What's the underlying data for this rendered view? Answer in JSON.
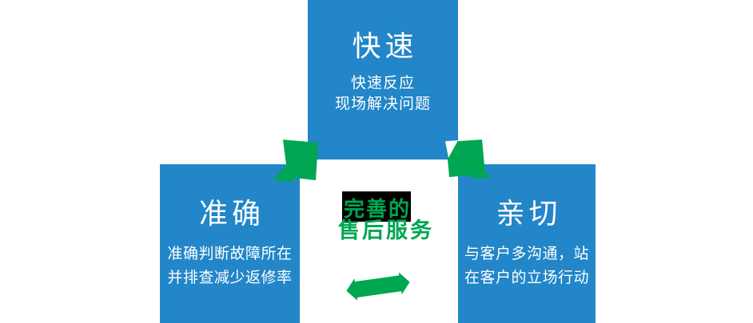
{
  "diagram": {
    "title_hidden": "",
    "colors": {
      "box_blue": "#2286C8",
      "arrow_green": "#00A651",
      "box_text": "#FFFFFF",
      "center_text_green": "#00A651",
      "center_highlight_bg": "#000000",
      "background": "#FFFFFF"
    },
    "boxes": {
      "top": {
        "title": "快速",
        "lines": [
          "快速反应",
          "现场解决问题"
        ]
      },
      "left": {
        "title": "准确",
        "lines": [
          "准确判断故障所在",
          "并排查减少返修率"
        ]
      },
      "right": {
        "title": "亲切",
        "lines": [
          "与客户多沟通，站",
          "在客户的立场行动"
        ]
      }
    },
    "center": {
      "line1": "完善的",
      "line2": "售后服务"
    },
    "icons": [
      "arrow-down-left-icon",
      "arrow-down-right-icon",
      "arrow-left-right-icon"
    ]
  }
}
